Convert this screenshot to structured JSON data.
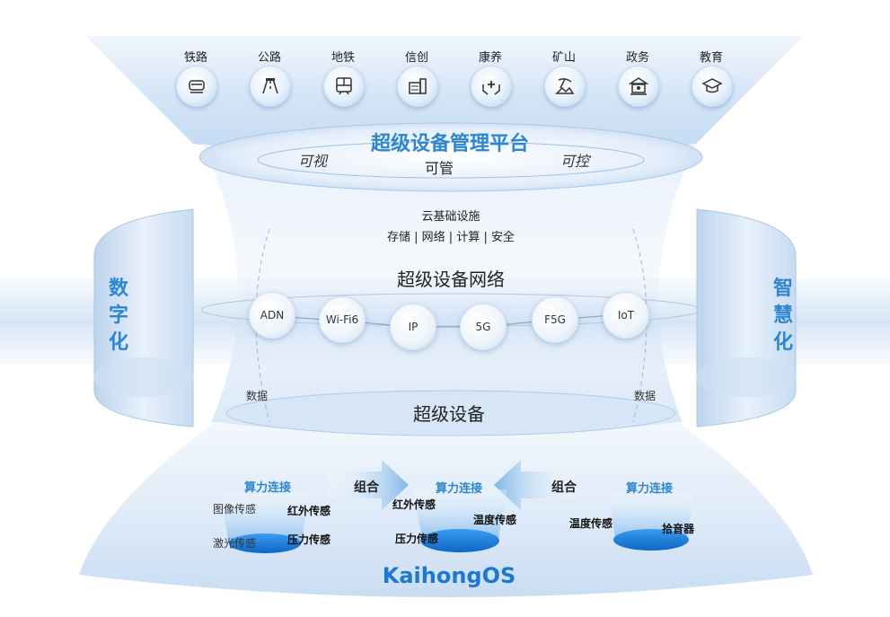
{
  "industries": [
    {
      "label": "铁路",
      "icon": "train-icon"
    },
    {
      "label": "公路",
      "icon": "road-icon"
    },
    {
      "label": "地铁",
      "icon": "subway-icon"
    },
    {
      "label": "信创",
      "icon": "server-icon"
    },
    {
      "label": "康养",
      "icon": "care-hands-icon"
    },
    {
      "label": "矿山",
      "icon": "mining-icon"
    },
    {
      "label": "政务",
      "icon": "government-icon"
    },
    {
      "label": "教育",
      "icon": "graduation-cap-icon"
    }
  ],
  "platform": {
    "title": "超级设备管理平台",
    "left": "可视",
    "center": "可管",
    "right": "可控"
  },
  "cloud": {
    "title": "云基础设施",
    "items": "存储 | 网络 | 计算 | 安全"
  },
  "network": {
    "title": "超级设备网络",
    "nodes": [
      "ADN",
      "Wi-Fi6",
      "IP",
      "5G",
      "F5G",
      "IoT"
    ]
  },
  "sides": {
    "left": [
      "数",
      "字",
      "化"
    ],
    "right": [
      "智",
      "慧",
      "化"
    ]
  },
  "data_labels": {
    "left": "数据",
    "right": "数据"
  },
  "device": {
    "title": "超级设备"
  },
  "compute": {
    "left": {
      "title": "算力连接",
      "sensors": [
        "图像传感",
        "红外传感",
        "激光传感",
        "压力传感"
      ]
    },
    "center": {
      "title": "算力连接",
      "sensors": [
        "红外传感",
        "温度传感",
        "压力传感"
      ]
    },
    "right": {
      "title": "算力连接",
      "sensors": [
        "温度传感",
        "拾音器"
      ]
    },
    "combine_left": "组合",
    "combine_right": "组合"
  },
  "os": {
    "title": "KaihongOS"
  },
  "colors": {
    "accent": "#2f86cc",
    "light": "#dbe9f7",
    "deep": "#1e78d0"
  }
}
